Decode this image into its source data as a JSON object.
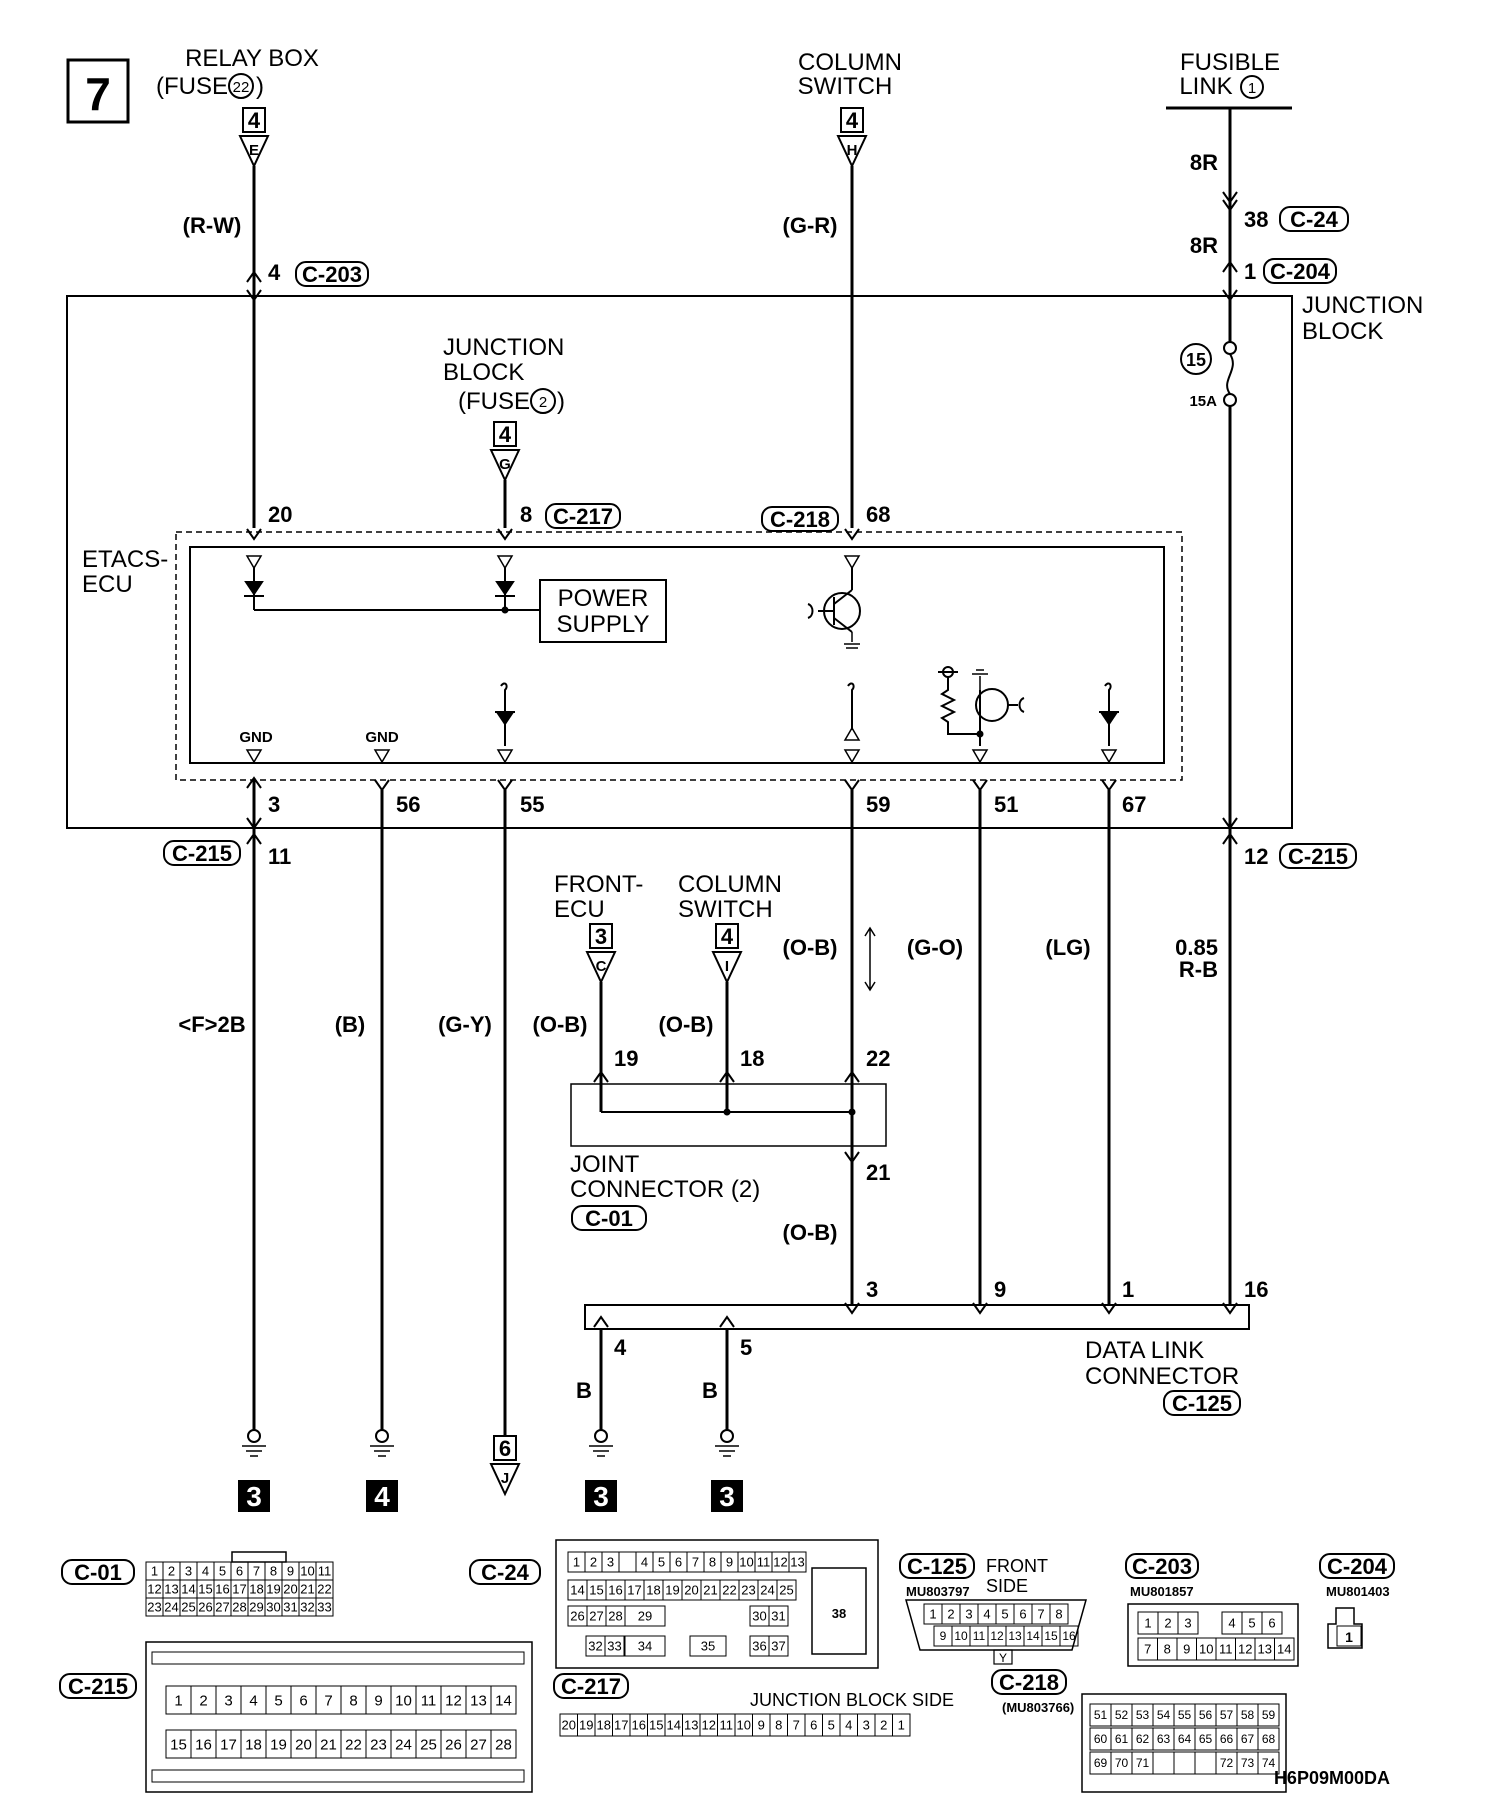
{
  "page_number": "7",
  "doc_code": "H6P09M00DA",
  "sources": {
    "relay_box": {
      "l1": "RELAY BOX",
      "l2": "(FUSE",
      "fuse": "22",
      "l2end": ")",
      "page": "4",
      "letter": "E"
    },
    "column_switch_top": {
      "l1": "COLUMN",
      "l2": "SWITCH",
      "page": "4",
      "letter": "H"
    },
    "fusible_link": {
      "l1": "FUSIBLE",
      "l2": "LINK",
      "num": "1"
    },
    "junction_block_fuse": {
      "l1": "JUNCTION",
      "l2": "BLOCK",
      "l3": "(FUSE",
      "fuse": "2",
      "l3end": ")",
      "page": "4",
      "letter": "G"
    },
    "front_ecu": {
      "l1": "FRONT-",
      "l2": "ECU",
      "page": "3",
      "letter": "C"
    },
    "column_switch_mid": {
      "l1": "COLUMN",
      "l2": "SWITCH",
      "page": "4",
      "letter": "I"
    }
  },
  "wires": {
    "rw": "(R-W)",
    "gr": "(G-R)",
    "r8a": "8R",
    "r8b": "8R",
    "f2b": "<F>2B",
    "b": "(B)",
    "gy": "(G-Y)",
    "ob1": "(O-B)",
    "ob2": "(O-B)",
    "ob3": "(O-B)",
    "ob4": "(O-B)",
    "go": "(G-O)",
    "lg": "(LG)",
    "rb1": "0.85",
    "rb2": "R-B",
    "bl1": "B",
    "bl2": "B"
  },
  "connectors": {
    "c203": "C-203",
    "c204": "C-204",
    "c24": "C-24",
    "c217": "C-217",
    "c218": "C-218",
    "c215a": "C-215",
    "c215b": "C-215",
    "c01": "C-01",
    "c125": "C-125"
  },
  "pins": {
    "p4": "4",
    "p38": "38",
    "p1": "1",
    "p20": "20",
    "p8": "8",
    "p68": "68",
    "p3": "3",
    "p56": "56",
    "p55": "55",
    "p59": "59",
    "p51": "51",
    "p67": "67",
    "p11": "11",
    "p12": "12",
    "p19": "19",
    "p18": "18",
    "p22": "22",
    "p21": "21",
    "d3": "3",
    "d9": "9",
    "d1": "1",
    "d16": "16",
    "d4": "4",
    "d5": "5"
  },
  "blocks": {
    "junction": {
      "l1": "JUNCTION",
      "l2": "BLOCK"
    },
    "fuse15": "15",
    "amp": "15A",
    "etacs": {
      "l1": "ETACS-",
      "l2": "ECU"
    },
    "power": {
      "l1": "POWER",
      "l2": "SUPPLY"
    },
    "gnd1": "GND",
    "gnd2": "GND",
    "joint": {
      "l1": "JOINT",
      "l2": "CONNECTOR (2)"
    },
    "dlc": {
      "l1": "DATA LINK",
      "l2": "CONNECTOR"
    }
  },
  "grounds": {
    "g1": "3",
    "g2": "4",
    "g3": "3",
    "g4": "3"
  },
  "page_ref_bottom": {
    "page": "6",
    "letter": "J"
  },
  "connector_views": {
    "c01": {
      "label": "C-01",
      "row1": [
        "1",
        "2",
        "3",
        "4",
        "5",
        "6",
        "7",
        "8",
        "9",
        "10",
        "11"
      ],
      "row2": [
        "12",
        "13",
        "14",
        "15",
        "16",
        "17",
        "18",
        "19",
        "20",
        "21",
        "22"
      ],
      "row3": [
        "23",
        "24",
        "25",
        "26",
        "27",
        "28",
        "29",
        "30",
        "31",
        "32",
        "33"
      ]
    },
    "c24": {
      "label": "C-24",
      "row1": [
        "1",
        "2",
        "3",
        "",
        "4",
        "5",
        "6",
        "7",
        "8",
        "9",
        "10",
        "11",
        "12",
        "13"
      ],
      "row2": [
        "14",
        "15",
        "16",
        "17",
        "18",
        "19",
        "20",
        "21",
        "22",
        "23",
        "24",
        "25"
      ],
      "row3": [
        "26",
        "27",
        "28",
        "29",
        "30",
        "31"
      ],
      "row4": [
        "32",
        "33",
        "34",
        "35",
        "36",
        "37"
      ],
      "big": "38"
    },
    "c125": {
      "label": "C-125",
      "side1": "FRONT",
      "side2": "SIDE",
      "part": "MU803797",
      "row1": [
        "1",
        "2",
        "3",
        "4",
        "5",
        "6",
        "7",
        "8"
      ],
      "row2": [
        "9",
        "10",
        "11",
        "12",
        "13",
        "14",
        "15",
        "16"
      ],
      "key": "Y"
    },
    "c203": {
      "label": "C-203",
      "part": "MU801857",
      "row1": [
        "1",
        "2",
        "3",
        "4",
        "5",
        "6"
      ],
      "row2": [
        "7",
        "8",
        "9",
        "10",
        "11",
        "12",
        "13",
        "14"
      ]
    },
    "c204": {
      "label": "C-204",
      "part": "MU801403",
      "pin": "1"
    },
    "c215": {
      "label": "C-215",
      "row1": [
        "1",
        "2",
        "3",
        "4",
        "5",
        "6",
        "7",
        "8",
        "9",
        "10",
        "11",
        "12",
        "13",
        "14"
      ],
      "row2": [
        "15",
        "16",
        "17",
        "18",
        "19",
        "20",
        "21",
        "22",
        "23",
        "24",
        "25",
        "26",
        "27",
        "28"
      ]
    },
    "c217": {
      "label": "C-217",
      "side": "JUNCTION BLOCK SIDE",
      "row1": [
        "20",
        "19",
        "18",
        "17",
        "16",
        "15",
        "14",
        "13",
        "12",
        "11",
        "10",
        "9",
        "8",
        "7",
        "6",
        "5",
        "4",
        "3",
        "2",
        "1"
      ]
    },
    "c218": {
      "label": "C-218",
      "part": "(MU803766)",
      "row1": [
        "51",
        "52",
        "53",
        "54",
        "55",
        "56",
        "57",
        "58",
        "59"
      ],
      "row2": [
        "60",
        "61",
        "62",
        "63",
        "64",
        "65",
        "66",
        "67",
        "68"
      ],
      "row3": [
        "69",
        "70",
        "71",
        "",
        "",
        "",
        "72",
        "73",
        "74"
      ]
    }
  }
}
